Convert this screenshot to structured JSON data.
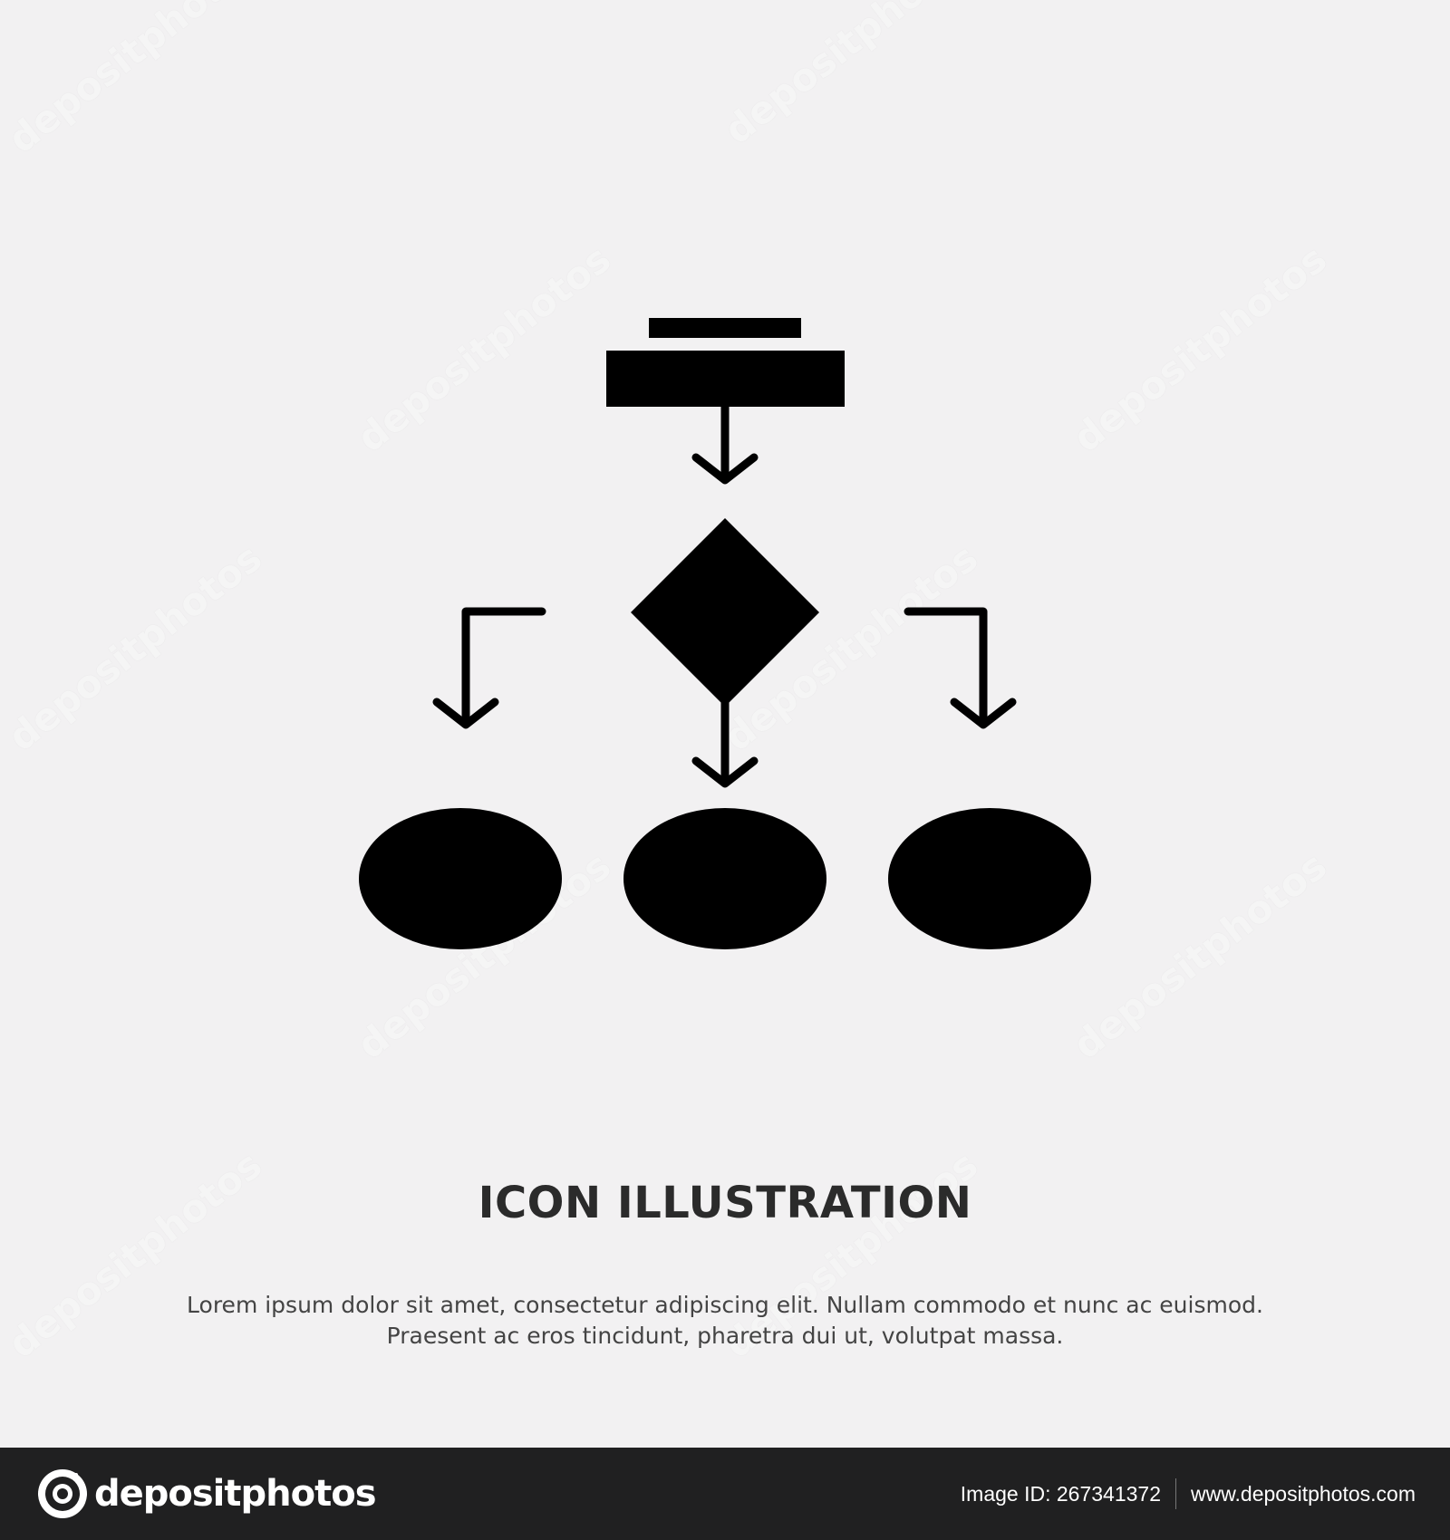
{
  "title": "ICON ILLUSTRATION",
  "description": {
    "line1": "Lorem ipsum dolor sit amet, consectetur adipiscing elit. Nullam commodo et nunc ac euismod.",
    "line2": "Praesent ac eros tincidunt, pharetra dui ut, volutpat massa."
  },
  "watermark_text": "depositphotos",
  "footer": {
    "brand": "depositphotos",
    "image_id": "Image ID: 267341372",
    "website": "www.depositphotos.com"
  },
  "icon": {
    "name": "flowchart-icon",
    "color": "#000000"
  },
  "colors": {
    "background": "#f2f1f2",
    "footer": "#202021",
    "title": "#2b2b2b",
    "text": "#444444"
  }
}
